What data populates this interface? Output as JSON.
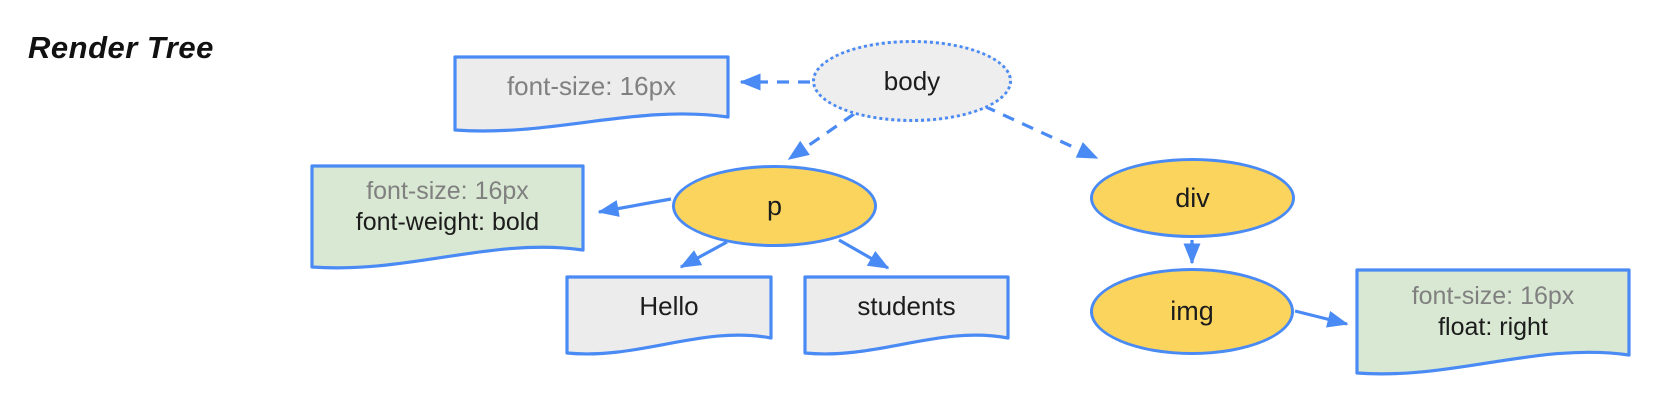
{
  "title": "Render Tree",
  "colors": {
    "stroke_blue": "#4a8af4",
    "node_yellow": "#fbd45e",
    "root_gray": "#eeeeee",
    "note_gray": "#ececec",
    "note_green": "#d9e8d2",
    "muted_text": "#808080",
    "dark_text": "#1c1c1c"
  },
  "nodes": {
    "body": {
      "label": "body"
    },
    "p": {
      "label": "p"
    },
    "div": {
      "label": "div"
    },
    "img": {
      "label": "img"
    }
  },
  "notes": {
    "body_style": {
      "line1": "font-size: 16px"
    },
    "p_style": {
      "line1": "font-size: 16px",
      "line2": "font-weight: bold"
    },
    "hello": {
      "line1": "Hello"
    },
    "students": {
      "line1": "students"
    },
    "img_style": {
      "line1": "font-size: 16px",
      "line2": "float: right"
    }
  },
  "edges": [
    {
      "from": "body",
      "to": "body_style",
      "style": "dashed"
    },
    {
      "from": "body",
      "to": "p",
      "style": "dashed"
    },
    {
      "from": "body",
      "to": "div",
      "style": "dashed"
    },
    {
      "from": "p",
      "to": "p_style",
      "style": "solid"
    },
    {
      "from": "p",
      "to": "hello",
      "style": "solid"
    },
    {
      "from": "p",
      "to": "students",
      "style": "solid"
    },
    {
      "from": "div",
      "to": "img",
      "style": "solid"
    },
    {
      "from": "img",
      "to": "img_style",
      "style": "solid"
    }
  ]
}
